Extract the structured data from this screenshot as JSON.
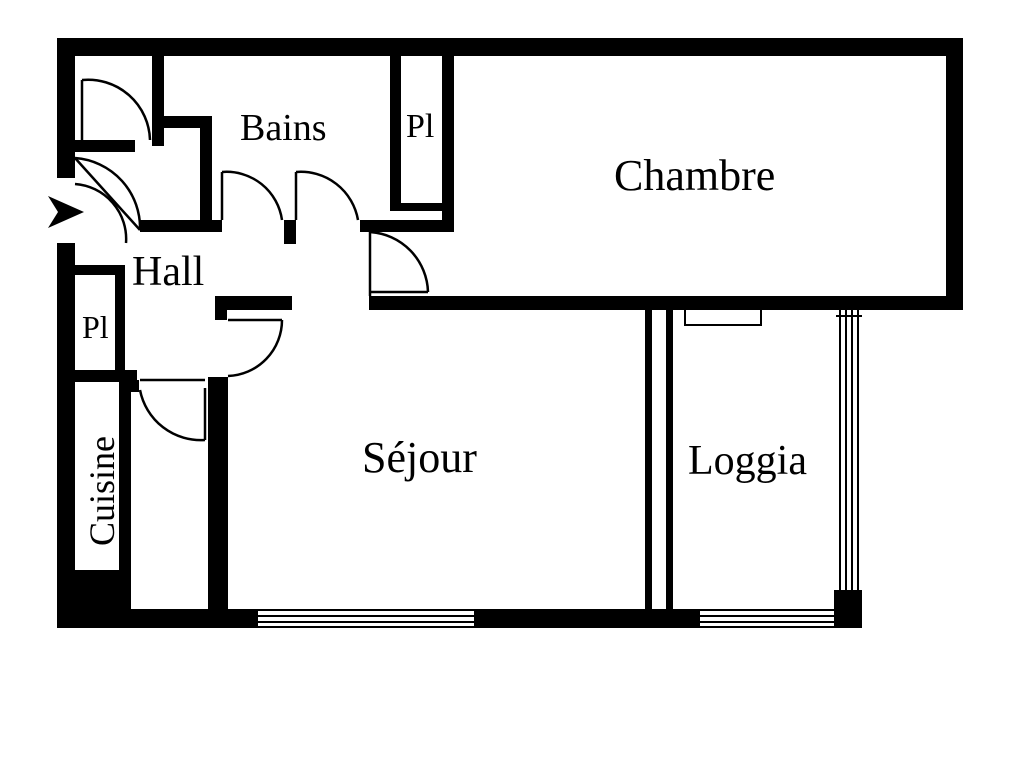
{
  "plan": {
    "rooms": {
      "bains": "Bains",
      "placard_top": "Pl",
      "chambre": "Chambre",
      "hall": "Hall",
      "placard_hall": "Pl",
      "cuisine": "Cuisine",
      "sejour": "Séjour",
      "loggia": "Loggia"
    },
    "colors": {
      "wall": "#000000",
      "background": "#ffffff"
    },
    "entrance_marker": "entrance-arrow"
  }
}
